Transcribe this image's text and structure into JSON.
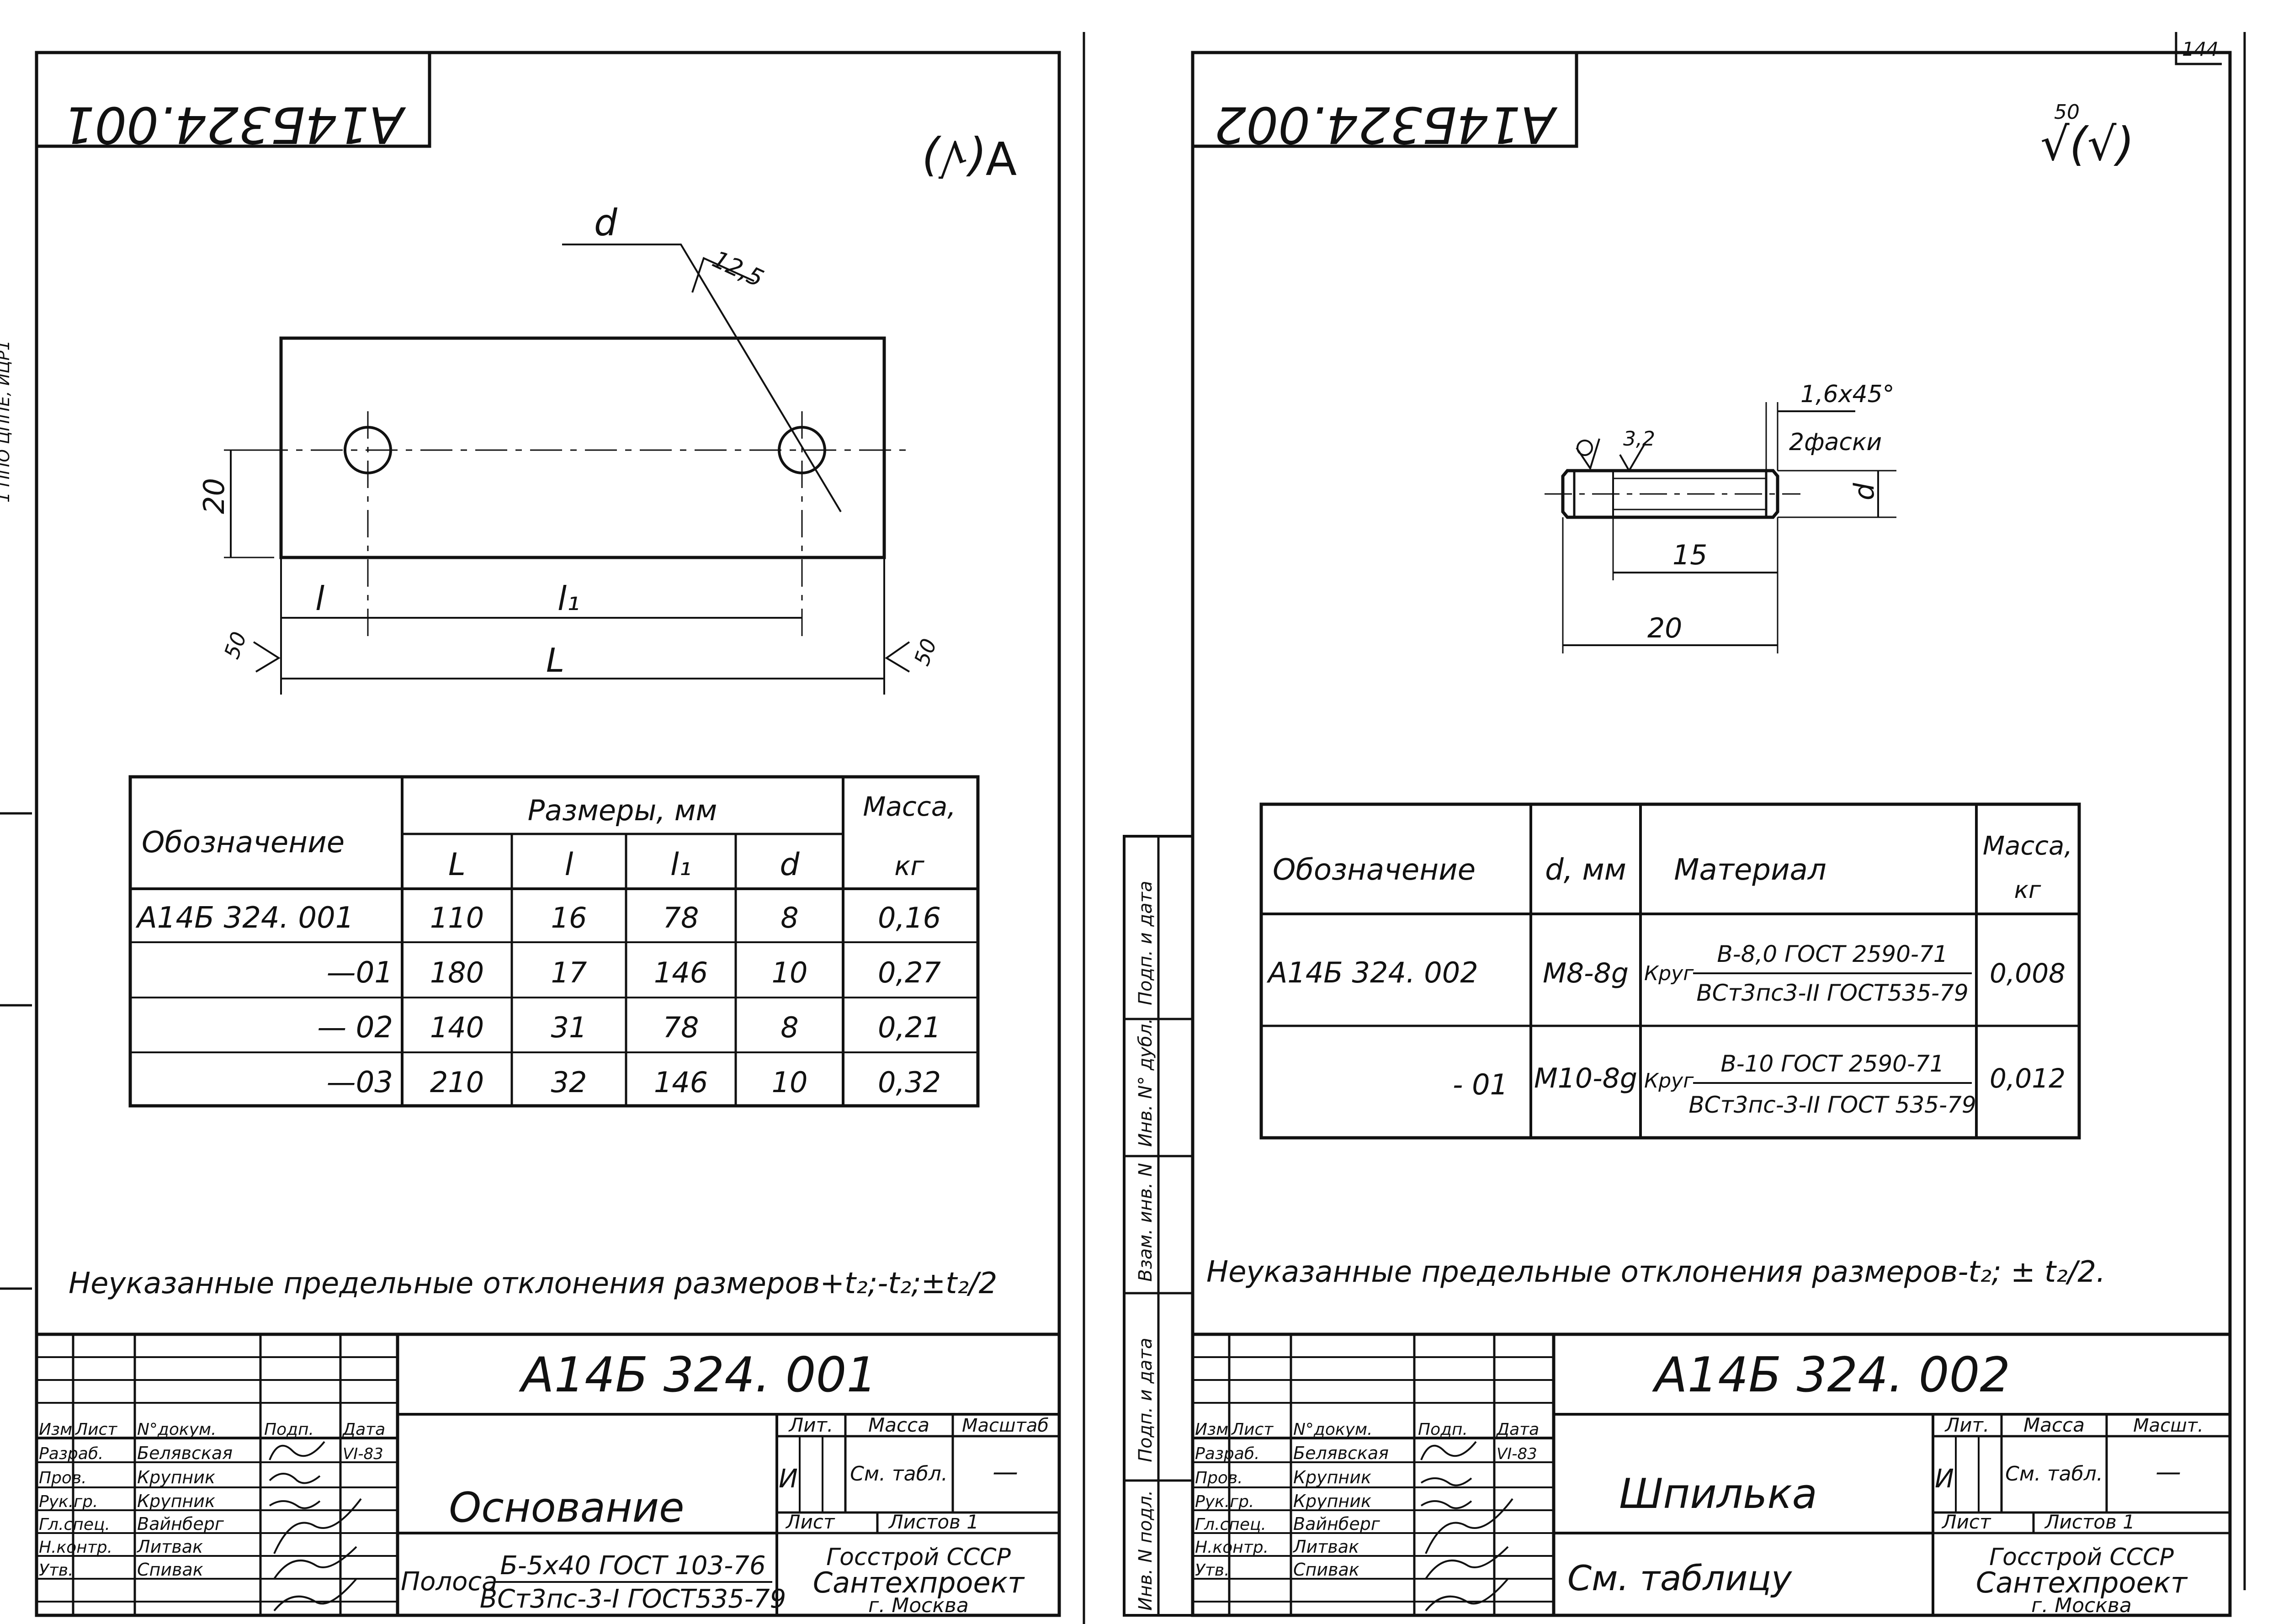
{
  "page_number": "144",
  "margin_stamp_left": "1 ППО ЦППЕ, ИЦР1",
  "sheet1": {
    "title_mirrored": "А14Б324.001",
    "roughness": "∀(√)",
    "drawing": {
      "label_d": "d",
      "label_roughness": "12,5",
      "dim_20": "20",
      "dim_l": "l",
      "dim_l1": "l₁",
      "dim_L": "L",
      "rough_left": "50",
      "rough_right": "50"
    },
    "table": {
      "header_designation": "Обозначение",
      "header_sizes": "Размеры, мм",
      "header_mass": "Масса,",
      "header_mass_unit": "кг",
      "cols": [
        "L",
        "l",
        "l₁",
        "d"
      ],
      "rows": [
        {
          "designation": "А14Б 324. 001",
          "L": "110",
          "l": "16",
          "l1": "78",
          "d": "8",
          "mass": "0,16"
        },
        {
          "designation": "—01",
          "L": "180",
          "l": "17",
          "l1": "146",
          "d": "10",
          "mass": "0,27"
        },
        {
          "designation": "— 02",
          "L": "140",
          "l": "31",
          "l1": "78",
          "d": "8",
          "mass": "0,21"
        },
        {
          "designation": "—03",
          "L": "210",
          "l": "32",
          "l1": "146",
          "d": "10",
          "mass": "0,32"
        }
      ]
    },
    "note": "Неуказанные предельные отклонения размеров+t₂;-t₂;±t₂/2",
    "title_block": {
      "code": "А14Б 324. 001",
      "name": "Основание",
      "material_prefix": "Полоса",
      "material_top": "Б-5х40 ГОСТ 103-76",
      "material_bottom": "ВСт3пс-3-I ГОСТ535-79",
      "lit_label": "Лит.",
      "mass_label": "Масса",
      "scale_label": "Масштаб",
      "lit_value": "И",
      "mass_value": "См. табл.",
      "scale_value": "—",
      "sheet_label": "Лист",
      "sheets_label": "Листов 1",
      "org1": "Госстрой СССР",
      "org2": "Сантехпроект",
      "org3": "г. Москва",
      "head_izm": "Изм",
      "head_list": "Лист",
      "head_doc": "N°докум.",
      "head_sign": "Подп.",
      "head_date": "Дата",
      "roles": [
        {
          "role": "Разраб.",
          "name": "Белявская",
          "date": "VI-83"
        },
        {
          "role": "Пров.",
          "name": "Крупник",
          "date": ""
        },
        {
          "role": "Рук.гр.",
          "name": "Крупник",
          "date": ""
        },
        {
          "role": "Гл.спец.",
          "name": "Вайнберг",
          "date": ""
        },
        {
          "role": "Н.контр.",
          "name": "Литвак",
          "date": ""
        },
        {
          "role": "Утв.",
          "name": "Спивак",
          "date": ""
        }
      ]
    }
  },
  "sheet2": {
    "title_mirrored": "А14Б324.002",
    "roughness_value": "50",
    "roughness": "√(√)",
    "drawing": {
      "chamfer": "1,6х45°",
      "chamfer_count": "2фаски",
      "roughness_small": "3,2",
      "label_d": "d",
      "dim_15": "15",
      "dim_20": "20"
    },
    "table": {
      "header_designation": "Обозначение",
      "header_d": "d, мм",
      "header_material": "Материал",
      "header_mass": "Масса,",
      "header_mass_unit": "кг",
      "rows": [
        {
          "designation": "А14Б 324. 002",
          "d": "М8-8g",
          "prefix": "Круг",
          "mat_top": "В-8,0 ГОСТ 2590-71",
          "mat_bottom": "ВСт3пс3-II ГОСТ535-79",
          "mass": "0,008"
        },
        {
          "designation": "- 01",
          "d": "М10-8g",
          "prefix": "Круг",
          "mat_top": "В-10 ГОСТ 2590-71",
          "mat_bottom": "ВСт3пс-3-II ГОСТ 535-79",
          "mass": "0,012"
        }
      ]
    },
    "side_labels": [
      "Подп. и дата",
      "Инв. N° дубл.",
      "Взам. инв. N",
      "Подп. и дата",
      "Инв. N подл."
    ],
    "note": "Неуказанные предельные отклонения размеров-t₂; ± t₂/2.",
    "title_block": {
      "code": "А14Б 324. 002",
      "name": "Шпилька",
      "material": "См. таблицу",
      "lit_label": "Лит.",
      "mass_label": "Масса",
      "scale_label": "Масшт.",
      "lit_value": "И",
      "mass_value": "См. табл.",
      "scale_value": "—",
      "sheet_label": "Лист",
      "sheets_label": "Листов 1",
      "org1": "Госстрой СССР",
      "org2": "Сантехпроект",
      "org3": "г. Москва",
      "head_izm": "Изм",
      "head_list": "Лист",
      "head_doc": "N°докум.",
      "head_sign": "Подп.",
      "head_date": "Дата",
      "roles": [
        {
          "role": "Разраб.",
          "name": "Белявская",
          "date": "VI-83"
        },
        {
          "role": "Пров.",
          "name": "Крупник",
          "date": ""
        },
        {
          "role": "Рук.гр.",
          "name": "Крупник",
          "date": ""
        },
        {
          "role": "Гл.спец.",
          "name": "Вайнберг",
          "date": ""
        },
        {
          "role": "Н.контр.",
          "name": "Литвак",
          "date": ""
        },
        {
          "role": "Утв.",
          "name": "Спивак",
          "date": ""
        }
      ]
    }
  }
}
